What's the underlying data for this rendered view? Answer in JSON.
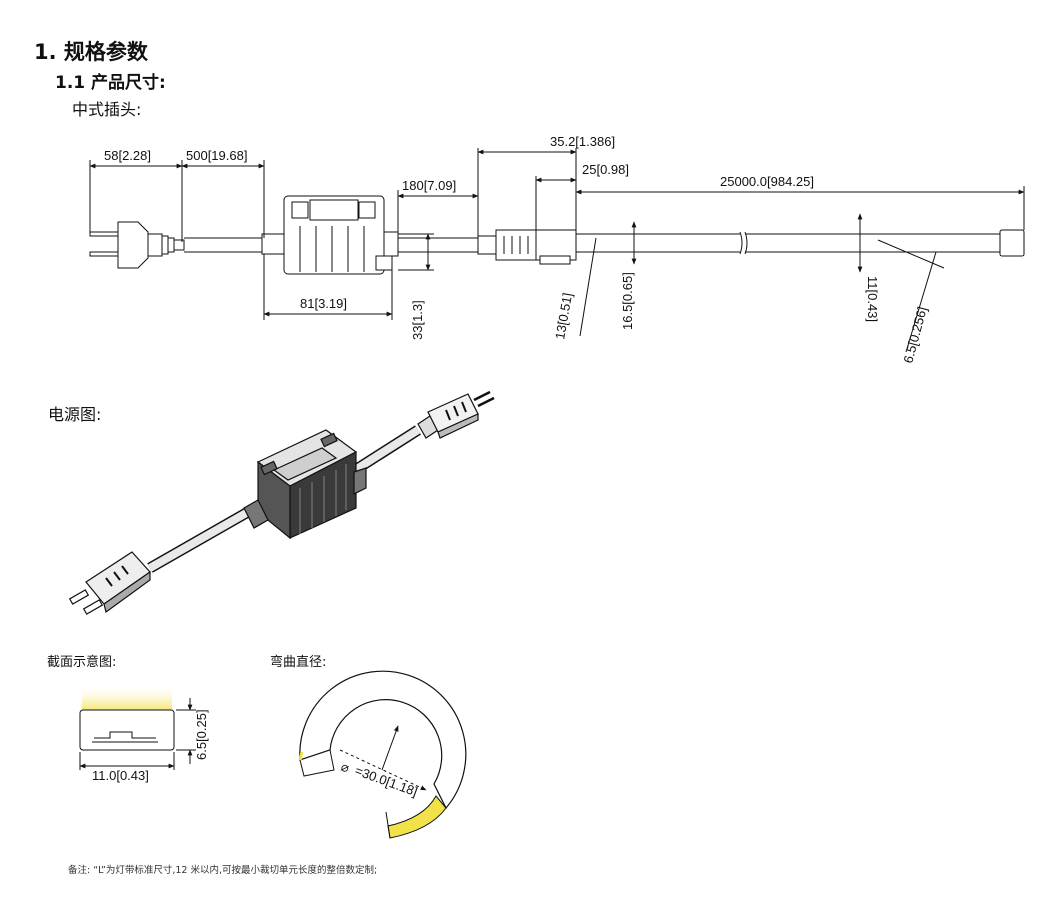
{
  "section_title": "1. 规格参数",
  "subsection_title": "1.1 产品尺寸:",
  "plug_type": "中式插头:",
  "dims": {
    "d_plug": "58[2.28]",
    "d_cord": "500[19.68]",
    "d_180": "180[7.09]",
    "d_352": "35.2[1.386]",
    "d_25": "25[0.98]",
    "d_len": "25000.0[984.25]",
    "d_81": "81[3.19]",
    "d_33": "33[1.3]",
    "d_13": "13[0.51]",
    "d_165": "16.5[0.65]",
    "d_11": "11[0.43]",
    "d_65": "6.5[0.256]"
  },
  "power_label": "电源图:",
  "cross_section_label": "截面示意图:",
  "bend_label": "弯曲直径:",
  "cross_section": {
    "height": "6.5[0.25]",
    "width": "11.0[0.43]"
  },
  "bend": {
    "diameter": "=30.0[1.18]",
    "diameter_symbol": "⌀"
  },
  "note": "备注: “L”为灯带标准尺寸,12 米以内,可按最小裁切单元长度的整倍数定制;",
  "colors": {
    "line": "#111111",
    "accent_yellow": "#f2e24a",
    "dark_body": "#2b2b2b"
  }
}
